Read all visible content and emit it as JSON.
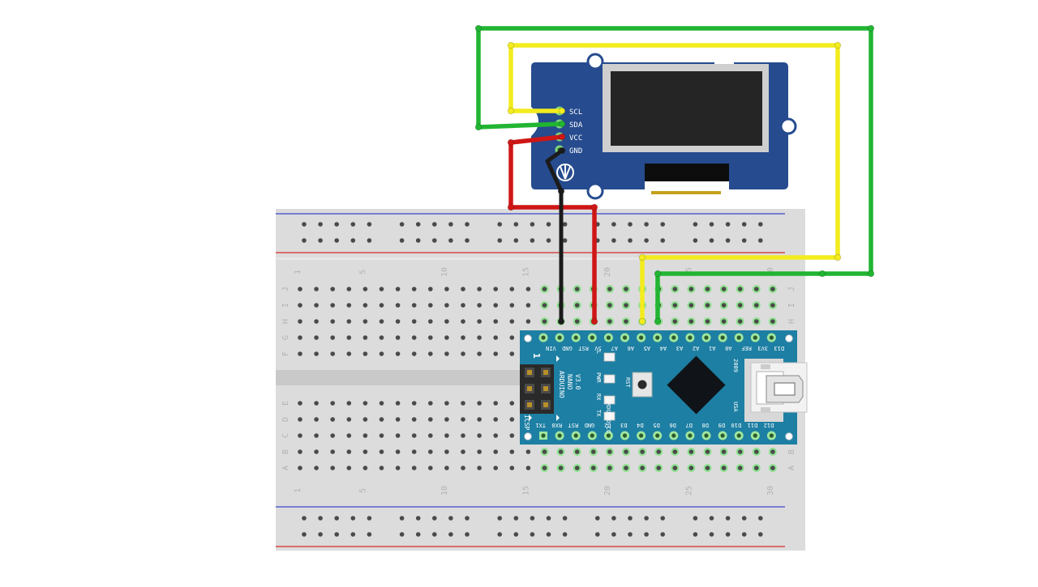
{
  "breadboard": {
    "rows_top": [
      "J",
      "I",
      "H",
      "G",
      "F"
    ],
    "rows_bottom": [
      "E",
      "D",
      "C",
      "B",
      "A"
    ],
    "column_numbers": [
      "1",
      "5",
      "10",
      "15",
      "20",
      "25",
      "30"
    ]
  },
  "oled": {
    "pins": [
      "SCL",
      "SDA",
      "VCC",
      "GND"
    ],
    "colors": {
      "board": "#264b8e",
      "screen_frame": "#cfcfcf",
      "screen": "#252525"
    }
  },
  "arduino": {
    "name_lines": [
      "ARDUINO",
      "NANO",
      "V3.0"
    ],
    "website": "ARDUINO.CC",
    "year": "2009",
    "usb_label": "USA",
    "rst_button_label": "RST",
    "icsp_label": "ICSP",
    "icsp_pin1_label": "1",
    "leds": [
      "L",
      "PWR",
      "RX",
      "TX"
    ],
    "top_pins": [
      "VIN",
      "GND",
      "RST",
      "5V",
      "A7",
      "A6",
      "A5",
      "A4",
      "A3",
      "A2",
      "A1",
      "A0",
      "REF",
      "3V3",
      "D13"
    ],
    "bottom_pins": [
      "TX1",
      "RX0",
      "RST",
      "GND",
      "D2",
      "D3",
      "D4",
      "D5",
      "D6",
      "D7",
      "D8",
      "D9",
      "D10",
      "D11",
      "D12"
    ],
    "colors": {
      "board": "#1d7fa3",
      "chip": "#101418"
    }
  },
  "wires": {
    "colors": {
      "scl": "#f3ec1e",
      "sda": "#21b532",
      "vcc": "#cf1616",
      "gnd": "#1b1b1b"
    }
  }
}
